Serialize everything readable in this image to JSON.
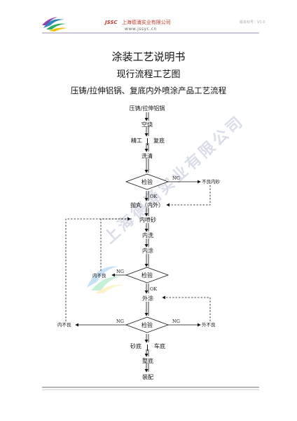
{
  "header": {
    "brand": "JSSC",
    "company": "上海德涌实业有限公司",
    "website": "www.jssyc.cn",
    "version": "版本标号：V1.0"
  },
  "title": {
    "main": "涂装工艺说明书",
    "sub": "现行流程工艺图",
    "flow": "压铸/拉伸铝锅、复底内外喷涂产品工艺流程"
  },
  "watermark": "上海德涌实业有限公司",
  "flowchart": {
    "steps": {
      "s1": "压铸/拉伸铝锅",
      "s2": "空烧",
      "s3a": "精工",
      "s3b": "复底",
      "s4": "洗清",
      "d1": "检验",
      "s5": "抛丸（内外）",
      "s6": "内喷砂",
      "s7": "内洗",
      "s8": "内涂",
      "d2": "检验",
      "s9": "外涂",
      "d3": "检验",
      "s10a": "砂底",
      "s10b": "车底",
      "s11": "整底",
      "s12": "装配"
    },
    "labels": {
      "ng": "NG",
      "ok": "OK",
      "bad_inner_sand": "不良内砂",
      "bad_inner_1": "内不良",
      "bad_inner_2": "内不良",
      "bad_outer": "外不良"
    }
  }
}
